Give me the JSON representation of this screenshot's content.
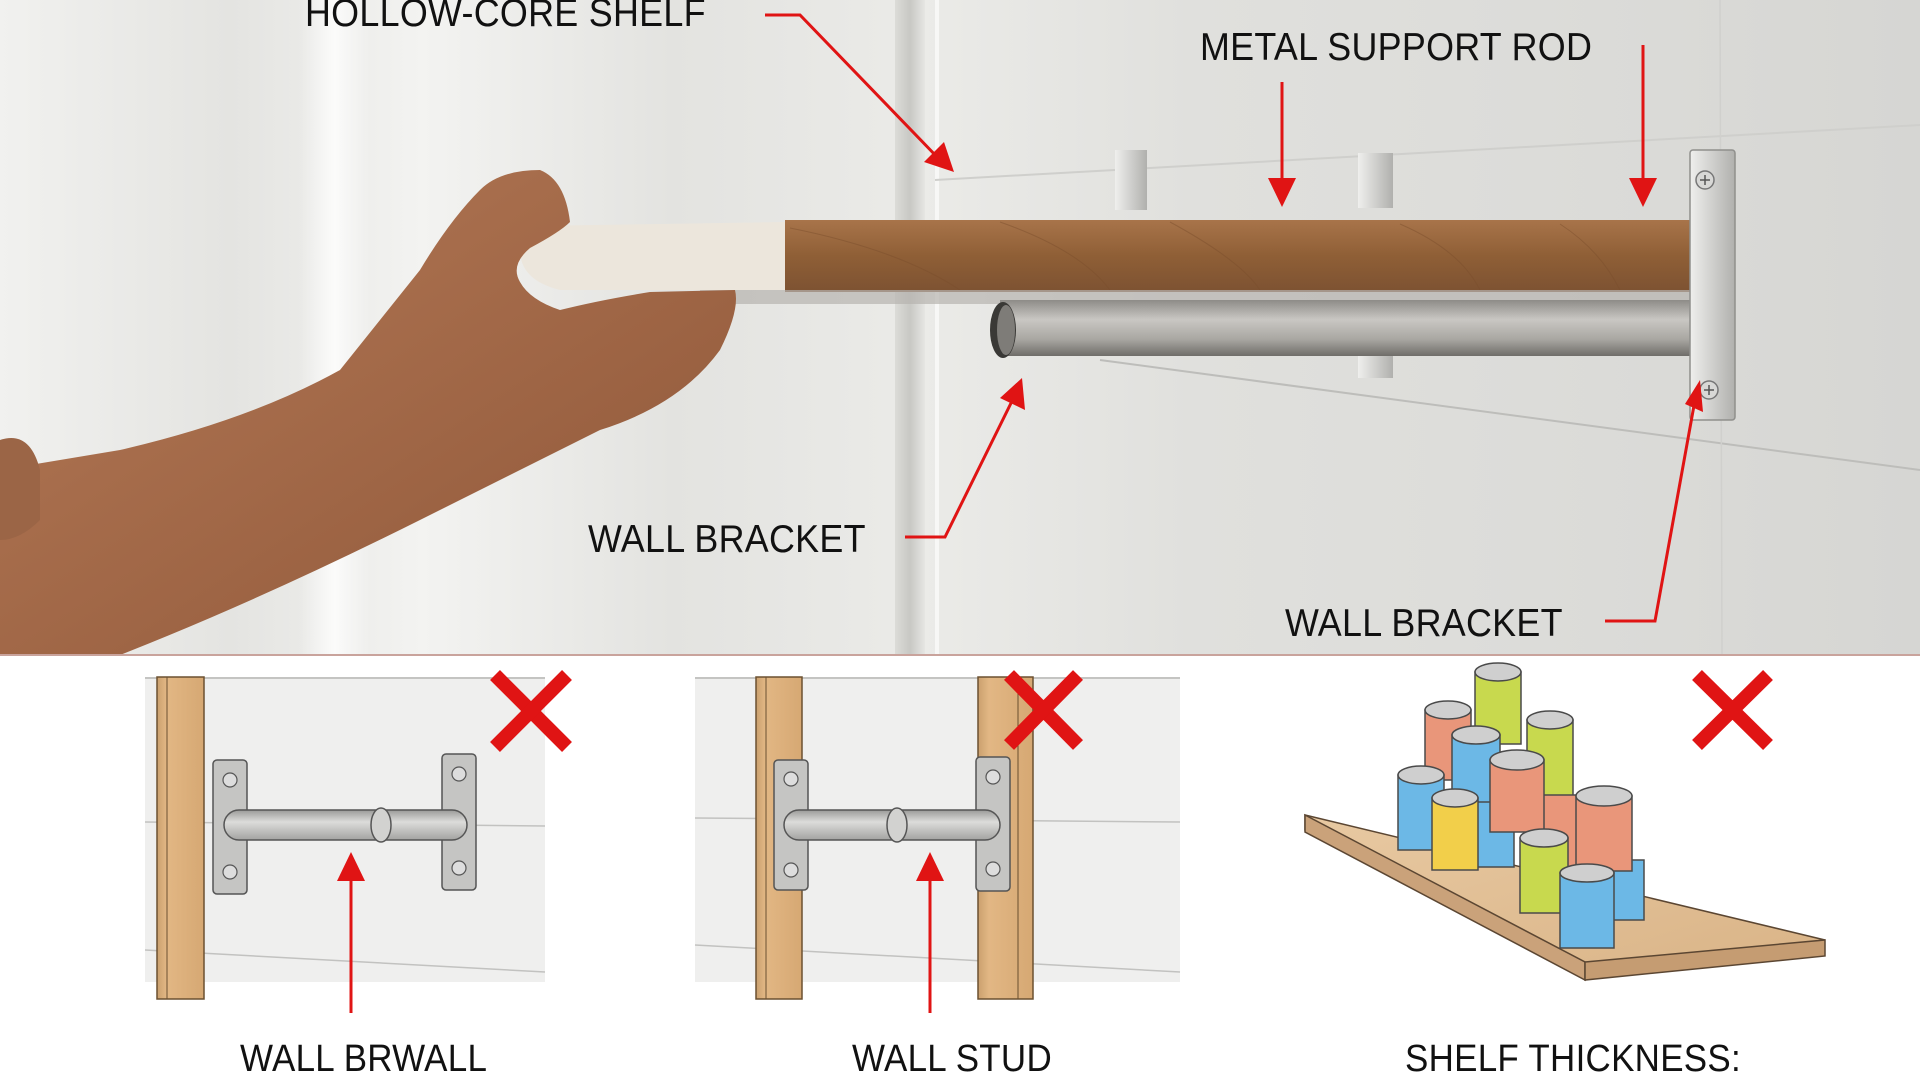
{
  "photo": {
    "labels": {
      "hollow_core_shelf": "HOLLOW-CORE SHELF",
      "metal_support_rod": "METAL SUPPORT ROD",
      "wall_bracket_left": "WALL BRACKET",
      "wall_bracket_right": "WALL BRACKET"
    }
  },
  "panels": [
    {
      "label": "WALL BRWALL",
      "mark": "red-x"
    },
    {
      "label": "WALL STUD",
      "mark": "red-x"
    },
    {
      "label": "SHELF THICKNESS:",
      "mark": "red-x"
    }
  ],
  "colors": {
    "arrow_red": "#e01414",
    "wood_edge": "#9c6a3e",
    "stud_wood": "#d9aa74",
    "steel": "#b8b8b6",
    "can_blue": "#6cb8e6",
    "can_orange": "#e9967a",
    "can_yellow": "#f2cf4a",
    "can_lime": "#c8d94e"
  }
}
